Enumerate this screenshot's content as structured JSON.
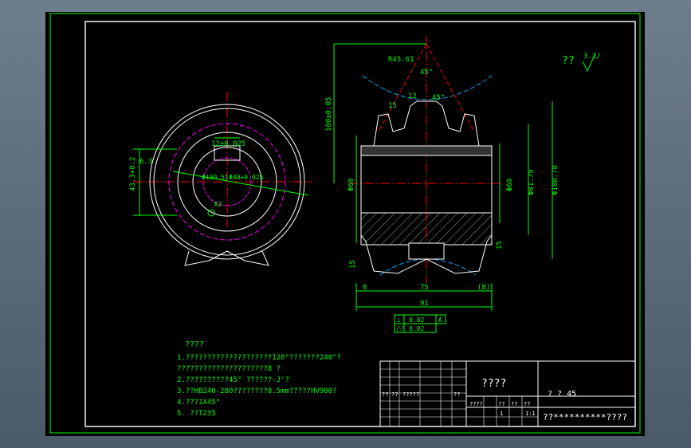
{
  "drawing": {
    "title": "????",
    "material_label": "?  ? 45",
    "name_block": "??**********????",
    "roughness": {
      "symbol_text": "??",
      "value": "3.2/"
    },
    "dimensions": {
      "radius": "R45.61",
      "angle_top": "45°",
      "angle_flank": "45°",
      "depth": "15",
      "groove_width": "12",
      "height": "100±0.05",
      "bore_left": "Φ60",
      "bore_right": "Φ60",
      "dia_mid": "Φ81.79",
      "dia_outer": "Φ108.78",
      "side_left": "15",
      "side_right": "15",
      "len_left": "8",
      "len_mid": "75",
      "len_right": "(8)",
      "len_total": "91",
      "keyway_width": "12±0.025",
      "keyway_depth": "43.3+0.2",
      "bore_small": "Φ109.51",
      "bore_key": "Φ40+0.025",
      "chamfer": "6.3",
      "r_small": "R2"
    },
    "tolerance": {
      "row1_sym": "⊥",
      "row1_val": "0.02",
      "row1_ref": "A",
      "row2_sym": "//",
      "row2_val": "0.02"
    },
    "notes": {
      "heading": "????",
      "lines": [
        "1.????????????????????120°???????240°?",
        "  ?????????????????????8  ?",
        "2.??????????45°   ??????-J'?",
        "3.??HB240-280????????0.5mm?????HV900?",
        "4.???1X45°",
        "5. ??T235"
      ]
    },
    "title_block": {
      "row_a": [
        "??",
        "??",
        "?????",
        "??"
      ],
      "row_b": [
        "????",
        "??",
        "??",
        "??"
      ],
      "row_c": [
        "1",
        "1:1"
      ]
    }
  }
}
